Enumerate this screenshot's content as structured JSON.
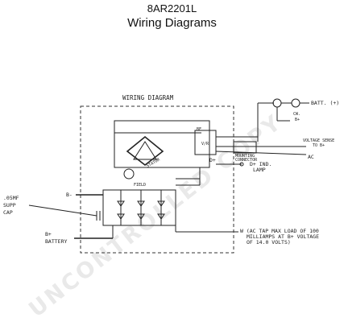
{
  "header": {
    "part_number": "8AR2201L",
    "title": "Wiring Diagrams"
  },
  "watermark": "UNCONTROLLED COPY",
  "diagram": {
    "heading": "WIRING DIAGRAM",
    "labels": {
      "batt": "BATT. (+)",
      "cw_1": "CW.",
      "cw_2": "B+",
      "voltage_sense_1": "VOLTAGE SENSE",
      "voltage_sense_2": "TO B+",
      "ac": "AC",
      "mounting_1": "MOUNTING",
      "mounting_2": "CONNECTOR",
      "bf": "BF",
      "d_plus": "D+",
      "ind_lamp_1": "D+ IND.",
      "ind_lamp_2": "LAMP",
      "stator": "STATOR",
      "field": "FIELD",
      "b_minus": "B-",
      "supp_cap_1": ".05MF",
      "supp_cap_2": "SUPP",
      "supp_cap_3": "CAP",
      "b_plus_battery_1": "B+",
      "b_plus_battery_2": "BATTERY",
      "w_note_1": "W (AC TAP MAX LOAD OF 100",
      "w_note_2": "MILLIAMPS AT B+ VOLTAGE",
      "w_note_3": "OF 14.0 VOLTS)"
    }
  },
  "colors": {
    "line": "#222222",
    "watermark": "#e9e9e9"
  }
}
